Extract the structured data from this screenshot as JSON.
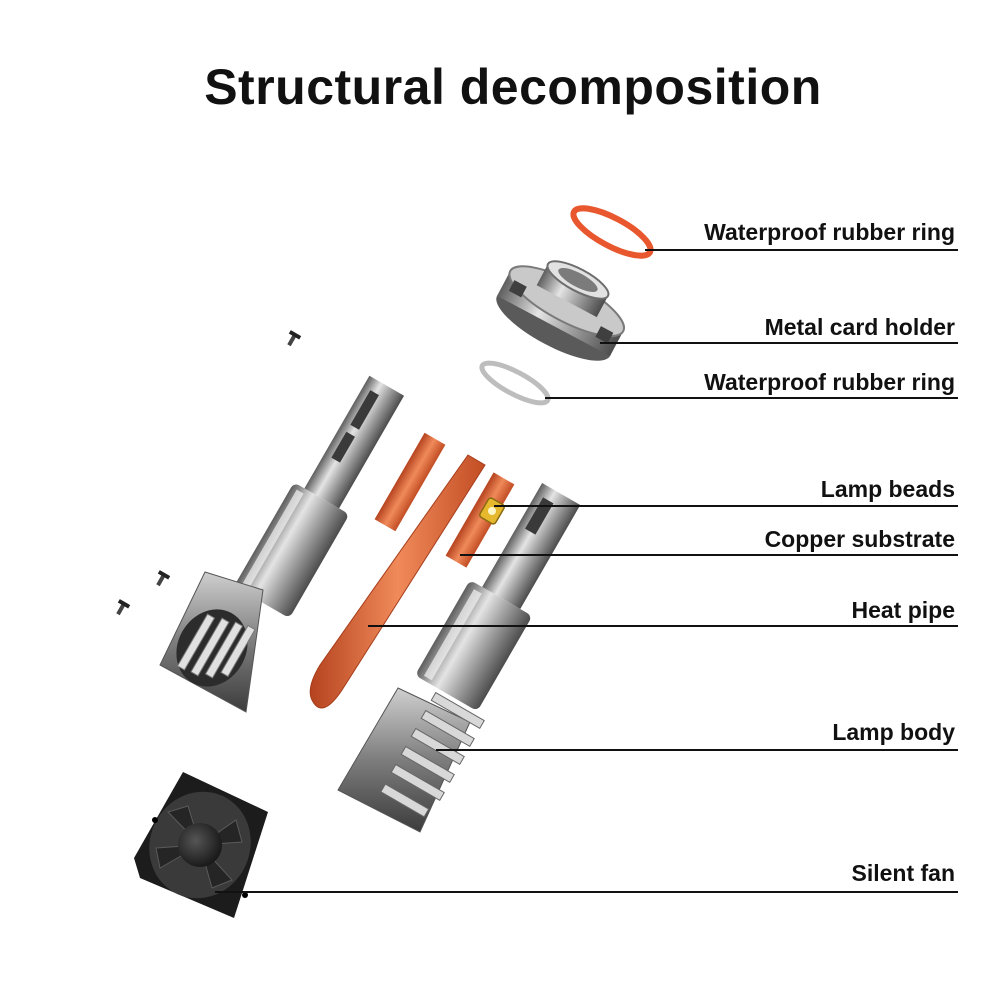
{
  "title": "Structural decomposition",
  "parts": [
    {
      "id": "ring-top",
      "label": "Waterproof rubber ring"
    },
    {
      "id": "card-holder",
      "label": "Metal card holder"
    },
    {
      "id": "ring-bottom",
      "label": "Waterproof rubber ring"
    },
    {
      "id": "lamp-beads",
      "label": "Lamp beads"
    },
    {
      "id": "copper-substrate",
      "label": "Copper substrate"
    },
    {
      "id": "heat-pipe",
      "label": "Heat pipe"
    },
    {
      "id": "lamp-body",
      "label": "Lamp body"
    },
    {
      "id": "silent-fan",
      "label": "Silent fan"
    }
  ],
  "colors": {
    "rubber_ring_orange": "#e8572e",
    "copper": "#d9663a",
    "metal": "#9a9a9a",
    "fan": "#1c1c1c",
    "leader_line": "#111111"
  }
}
